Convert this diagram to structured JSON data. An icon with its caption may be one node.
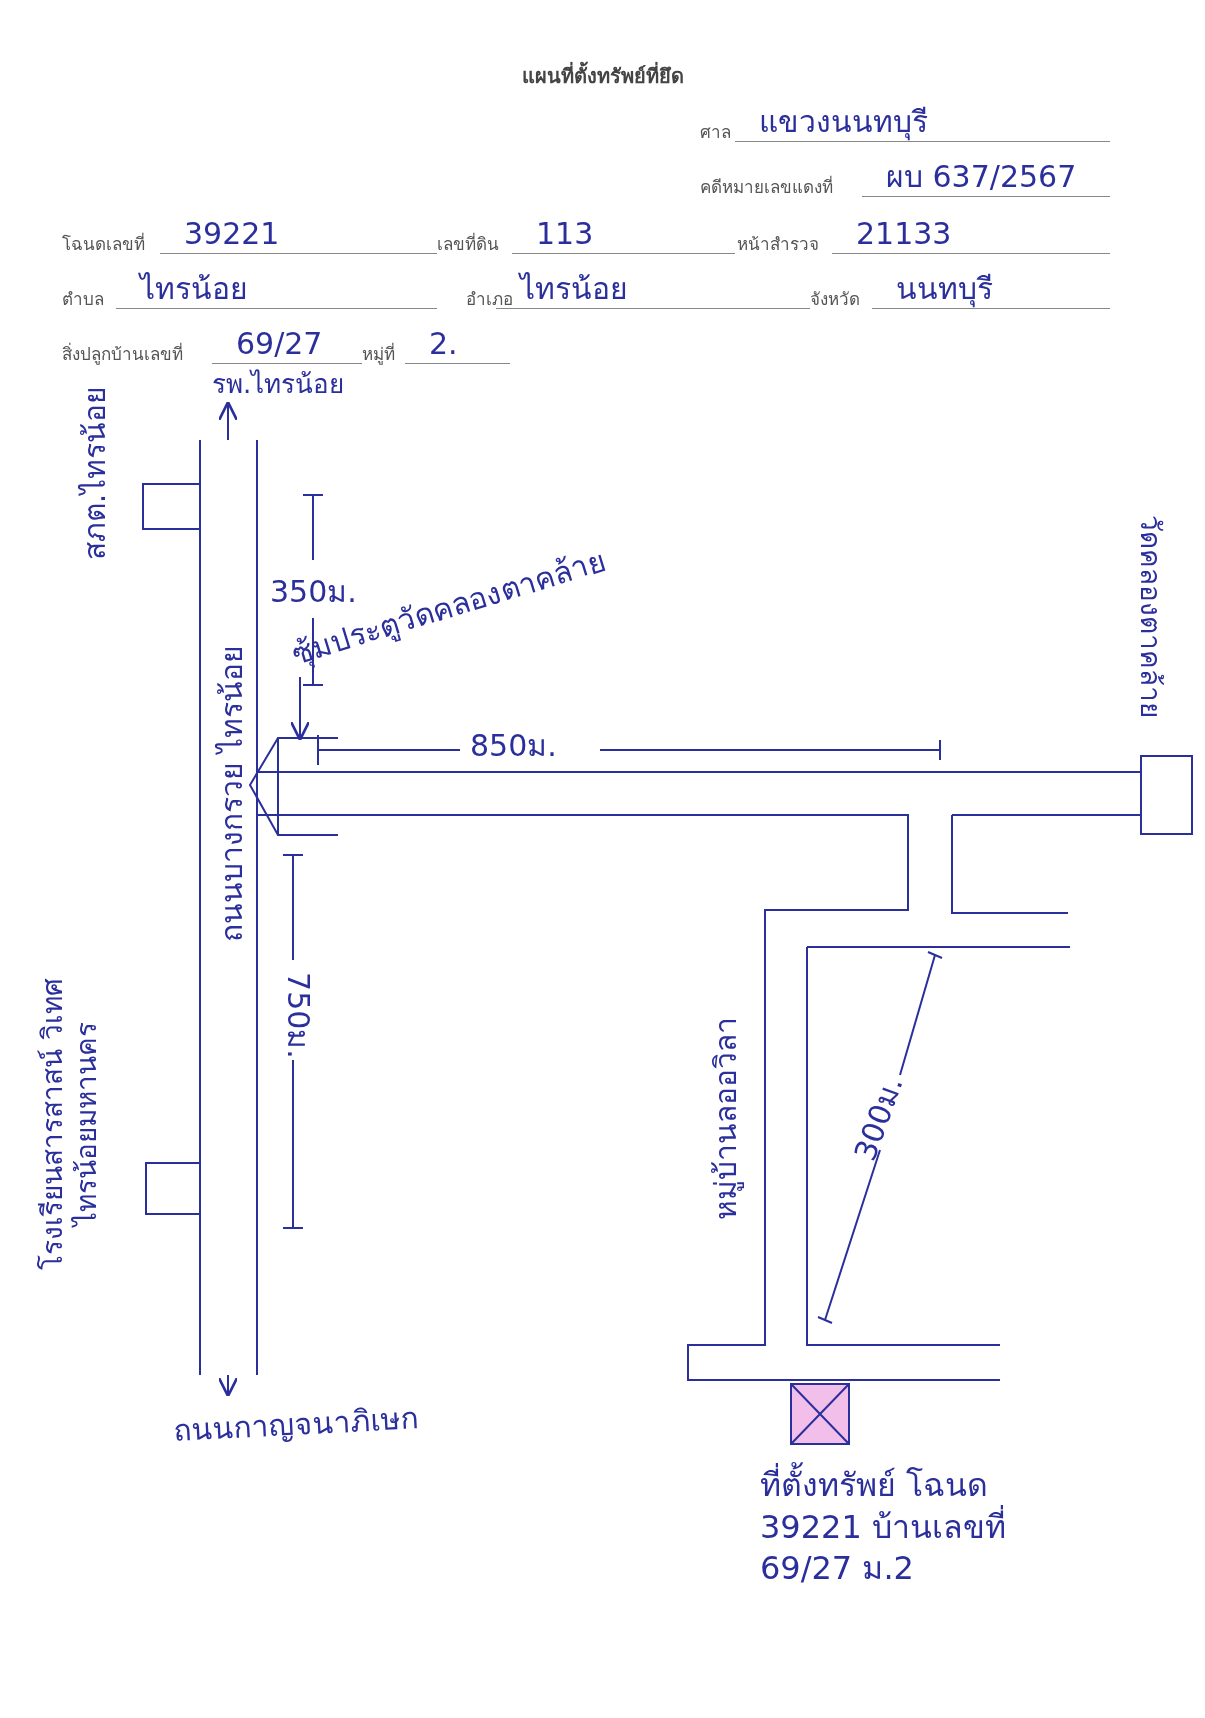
{
  "diagram": {
    "title": "แผนที่ตั้งทรัพย์ที่ยึด",
    "nodes": [
      {
        "text": [
          "ถนนบางกรวย ไทรน้อย"
        ]
      },
      {
        "text": [
          "รพ.ไทรน้อย"
        ]
      },
      {
        "text": [
          "ถนนกาญจนาภิเษก"
        ]
      },
      {
        "text": [
          "สภต.ไทรน้อย"
        ]
      },
      {
        "text": [
          "โรงเรียนสารสาสน์ วิเทศไทรน้อยมหานคร"
        ]
      },
      {
        "text": [
          "วัดคลองตาคล้าย"
        ]
      },
      {
        "text": [
          "ซุ้มประตูวัดคลองตาคล้าย"
        ]
      },
      {
        "text": [],
        "shape": "picture"
      },
      {
        "text": [
          "ที่ตั้งทรัพย์ โฉนด 39221 บ้านเลขที่ 69/27 ม.2"
        ]
      }
    ],
    "edges": [
      {
        "from": 0,
        "to": 1,
        "arrow": "to"
      },
      {
        "from": 0,
        "to": 2,
        "arrow": "to"
      },
      {
        "from": 6,
        "to": 7,
        "arrow": "to"
      }
    ],
    "labels": [
      "ศาล",
      "แขวงนนทบุรี",
      "คดีหมายเลขแดงที่",
      "ผบ 637/2567",
      "โฉนดเลขที่",
      "39221",
      "เลขที่ดิน",
      "113",
      "หน้าสำรวจ",
      "21133",
      "ตำบล",
      "ไทรน้อย",
      "อำเภอ",
      "ไทรน้อย",
      "จังหวัด",
      "นนทบุรี",
      "สิ่งปลูกบ้านเลขที่",
      "69/27",
      "หมู่ที่",
      "2.",
      "350ม.",
      "850ม.",
      "750ม.",
      "300ม.",
      "หมู่บ้านลออวิลา"
    ]
  }
}
